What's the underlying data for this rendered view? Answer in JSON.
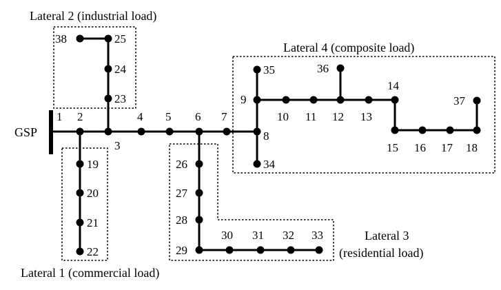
{
  "gsp_label": "GSP",
  "laterals": [
    {
      "id": "lateral-1",
      "label": "Lateral 1 (commercial load)"
    },
    {
      "id": "lateral-2",
      "label": "Lateral 2 (industrial load)"
    },
    {
      "id": "lateral-3",
      "label_line1": "Lateral 3",
      "label_line2": "(residential load)"
    },
    {
      "id": "lateral-4",
      "label": "Lateral 4 (composite load)"
    }
  ],
  "buses": [
    "1",
    "2",
    "3",
    "4",
    "5",
    "6",
    "7",
    "8",
    "9",
    "10",
    "11",
    "12",
    "13",
    "14",
    "15",
    "16",
    "17",
    "18",
    "19",
    "20",
    "21",
    "22",
    "23",
    "24",
    "25",
    "26",
    "27",
    "28",
    "29",
    "30",
    "31",
    "32",
    "33",
    "34",
    "35",
    "36",
    "37",
    "38"
  ],
  "connections": [
    [
      "1",
      "2"
    ],
    [
      "2",
      "3"
    ],
    [
      "3",
      "4"
    ],
    [
      "4",
      "5"
    ],
    [
      "5",
      "6"
    ],
    [
      "6",
      "7"
    ],
    [
      "7",
      "8"
    ],
    [
      "8",
      "9"
    ],
    [
      "9",
      "10"
    ],
    [
      "10",
      "11"
    ],
    [
      "11",
      "12"
    ],
    [
      "12",
      "13"
    ],
    [
      "13",
      "14"
    ],
    [
      "14",
      "15"
    ],
    [
      "15",
      "16"
    ],
    [
      "16",
      "17"
    ],
    [
      "17",
      "18"
    ],
    [
      "18",
      "37"
    ],
    [
      "2",
      "19"
    ],
    [
      "19",
      "20"
    ],
    [
      "20",
      "21"
    ],
    [
      "21",
      "22"
    ],
    [
      "3",
      "23"
    ],
    [
      "23",
      "24"
    ],
    [
      "24",
      "25"
    ],
    [
      "25",
      "38"
    ],
    [
      "6",
      "26"
    ],
    [
      "26",
      "27"
    ],
    [
      "27",
      "28"
    ],
    [
      "28",
      "29"
    ],
    [
      "29",
      "30"
    ],
    [
      "30",
      "31"
    ],
    [
      "31",
      "32"
    ],
    [
      "32",
      "33"
    ],
    [
      "8",
      "34"
    ],
    [
      "9",
      "35"
    ],
    [
      "12",
      "36"
    ]
  ]
}
